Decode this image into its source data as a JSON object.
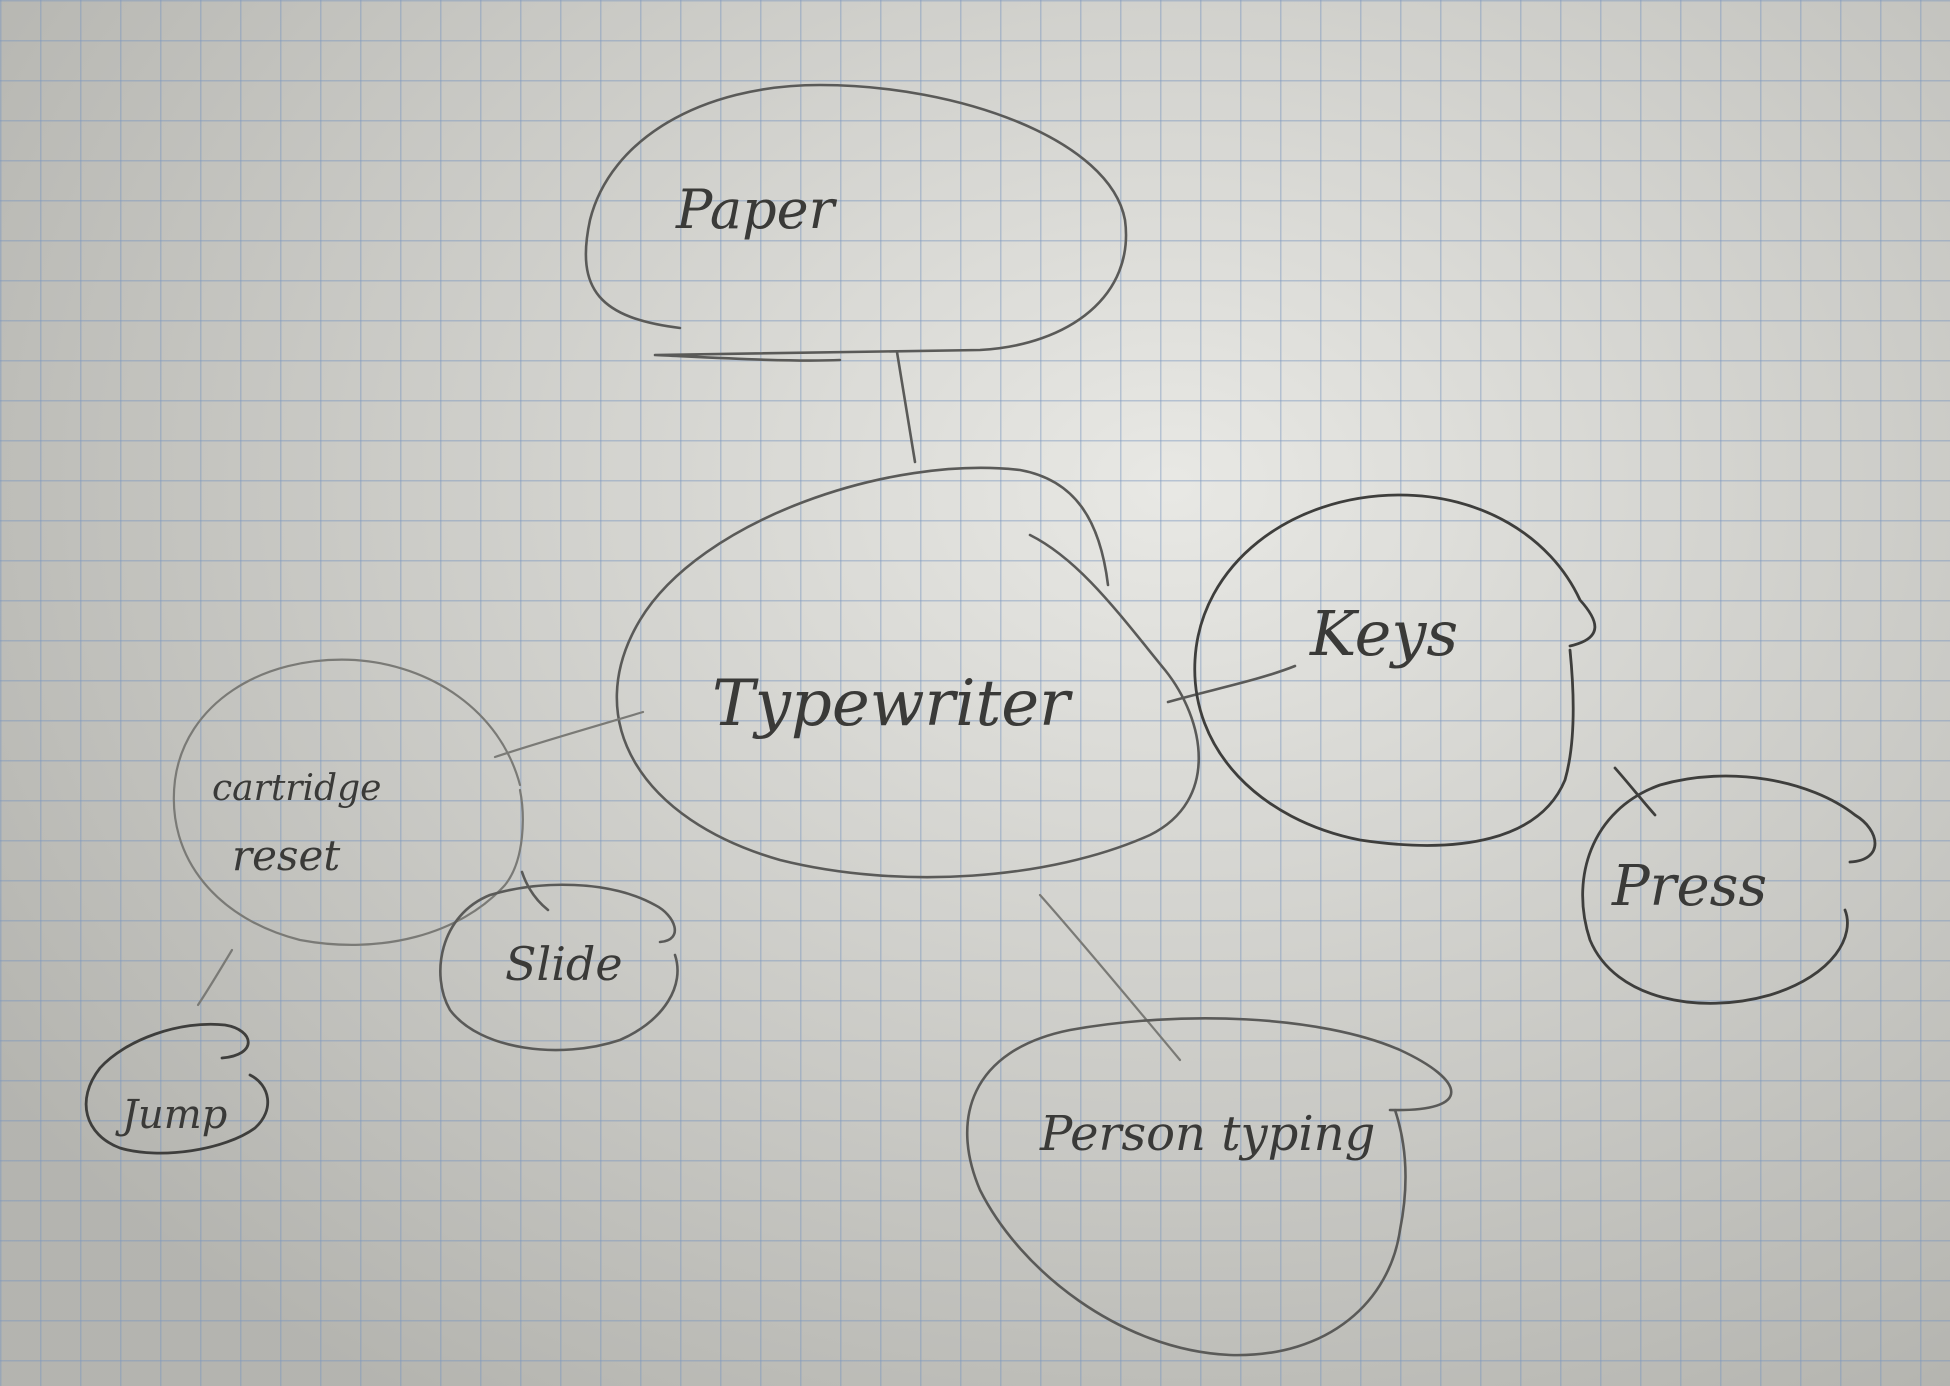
{
  "diagram": {
    "nodes": {
      "center": {
        "label": "Typewriter"
      },
      "paper": {
        "label": "Paper"
      },
      "keys": {
        "label": "Keys"
      },
      "press": {
        "label": "Press"
      },
      "person": {
        "label": "Person typing"
      },
      "cartridge": {
        "line1": "cartridge",
        "line2": "reset"
      },
      "slide": {
        "label": "Slide"
      },
      "jump": {
        "label": "Jump"
      }
    },
    "edges": [
      [
        "center",
        "paper"
      ],
      [
        "center",
        "keys"
      ],
      [
        "keys",
        "press"
      ],
      [
        "center",
        "person"
      ],
      [
        "center",
        "cartridge"
      ],
      [
        "cartridge",
        "slide"
      ],
      [
        "cartridge",
        "jump"
      ]
    ]
  }
}
